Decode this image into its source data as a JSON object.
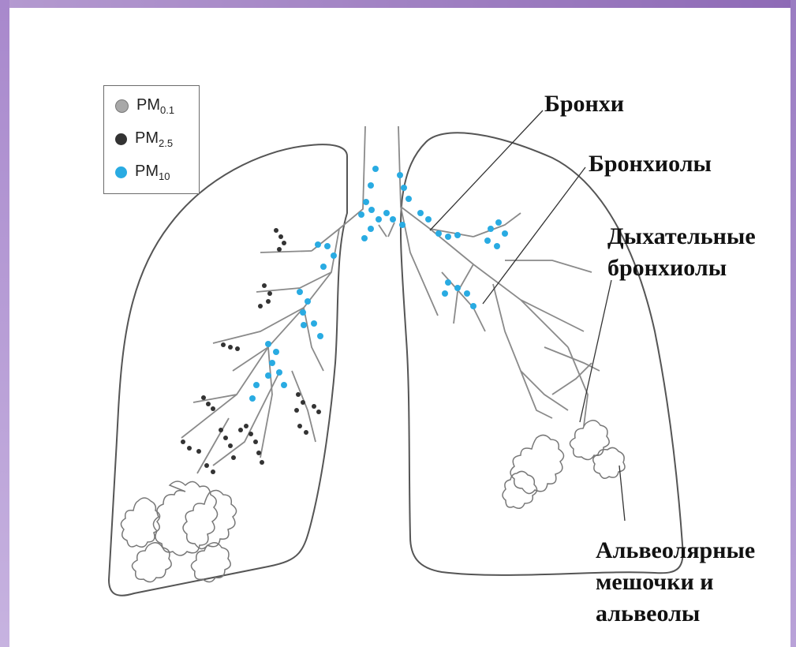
{
  "legend": {
    "items": [
      {
        "main": "PM",
        "sub": "0.1",
        "color": "#a8a8a8"
      },
      {
        "main": "PM",
        "sub": "2.5",
        "color": "#333333"
      },
      {
        "main": "PM",
        "sub": "10",
        "color": "#29abe2"
      }
    ]
  },
  "labels": {
    "bronchi": "Бронхи",
    "bronchioles": "Бронхиолы",
    "respiratory_bronchioles_line1": "Дыхательные",
    "respiratory_bronchioles_line2": "бронхиолы",
    "alveoli_line1": "Альвеолярные",
    "alveoli_line2": "мешочки и",
    "alveoli_line3": "альвеолы"
  },
  "colors": {
    "frame": "#9b7bc4",
    "outline": "#555555",
    "airway": "#8a8a8a",
    "pm01": "#a8a8a8",
    "pm25": "#333333",
    "pm10": "#29abe2"
  }
}
